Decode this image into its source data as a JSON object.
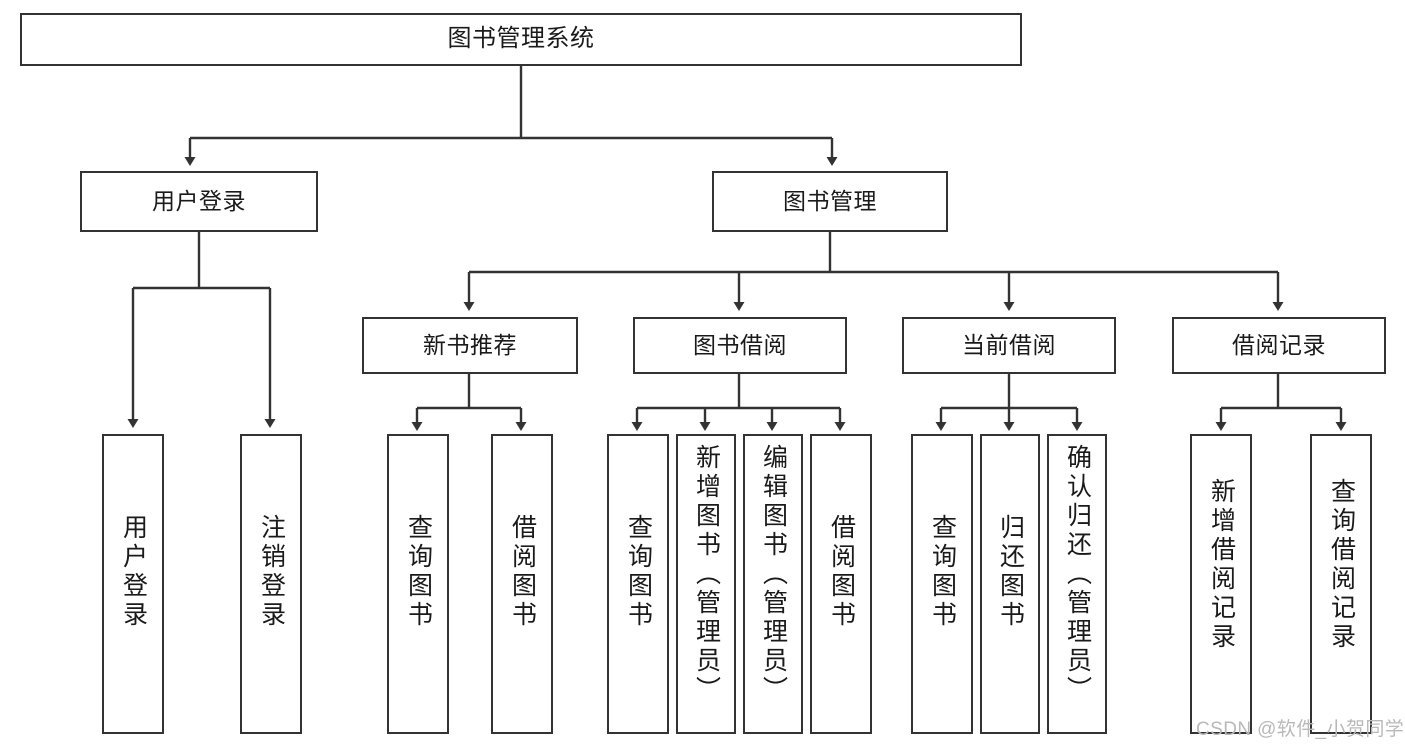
{
  "diagram": {
    "type": "tree-hierarchy",
    "title": "图书管理系统",
    "orientation": "top-down",
    "colors": {
      "box_border": "#333333",
      "box_fill": "#ffffff",
      "connector": "#333333",
      "text": "#1a1a1a",
      "watermark": "#b9b9b9",
      "background": "#ffffff"
    },
    "levels": {
      "root": {
        "label": "图书管理系统"
      },
      "level2": [
        {
          "label": "用户登录"
        },
        {
          "label": "图书管理"
        }
      ],
      "level3": [
        {
          "label": "新书推荐"
        },
        {
          "label": "图书借阅"
        },
        {
          "label": "当前借阅"
        },
        {
          "label": "借阅记录"
        }
      ],
      "leaves": {
        "user_login": [
          {
            "label": "用户登录"
          },
          {
            "label": "注销登录"
          }
        ],
        "new_book_recommend": [
          {
            "label": "查询图书"
          },
          {
            "label": "借阅图书"
          }
        ],
        "book_borrow": [
          {
            "label": "查询图书"
          },
          {
            "label": "新增图书（管理员）"
          },
          {
            "label": "编辑图书（管理员）"
          },
          {
            "label": "借阅图书"
          }
        ],
        "current_borrow": [
          {
            "label": "查询图书"
          },
          {
            "label": "归还图书"
          },
          {
            "label": "确认归还（管理员）"
          }
        ],
        "borrow_record": [
          {
            "label": "新增借阅记录"
          },
          {
            "label": "查询借阅记录"
          }
        ]
      }
    }
  },
  "watermark": {
    "text": "CSDN @软件_小贺同学"
  }
}
